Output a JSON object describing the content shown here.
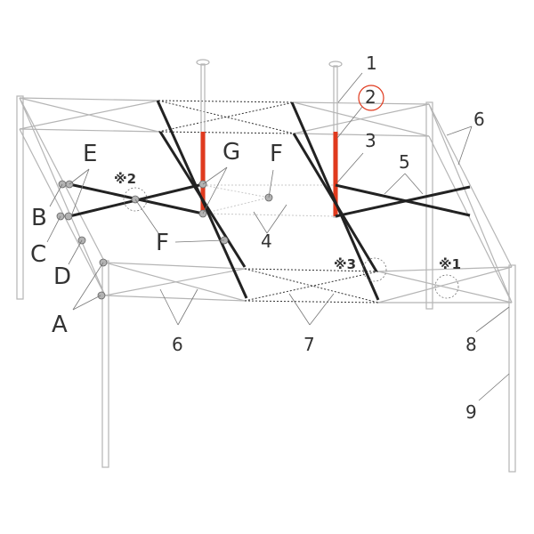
{
  "colors": {
    "frame": "#b5b5b5",
    "strut": "#222222",
    "highlight": "#e03a1e"
  },
  "labels": {
    "E": "E",
    "B": "B",
    "C": "C",
    "D": "D",
    "A": "A",
    "G": "G",
    "F1": "F",
    "F2": "F",
    "note2": "※2",
    "note3": "※3",
    "note1": "※1",
    "n1": "1",
    "n2": "2",
    "n3": "3",
    "n4": "4",
    "n5": "5",
    "n6a": "6",
    "n6b": "6",
    "n7": "7",
    "n8": "8",
    "n9": "9"
  }
}
